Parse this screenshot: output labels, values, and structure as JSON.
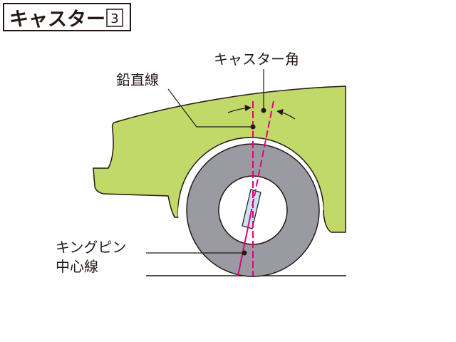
{
  "title": {
    "text": "キャスター",
    "number": "3"
  },
  "labels": {
    "caster_angle": "キャスター角",
    "vertical_line": "鉛直線",
    "kingpin_line_1": "キングピン",
    "kingpin_line_2": "中心線"
  },
  "colors": {
    "body_fill": "#c1d969",
    "tire_fill": "#9a9aa2",
    "kingpin_line": "#e3007f",
    "outline": "#231815",
    "hub_fill": "#c9e3ef"
  }
}
